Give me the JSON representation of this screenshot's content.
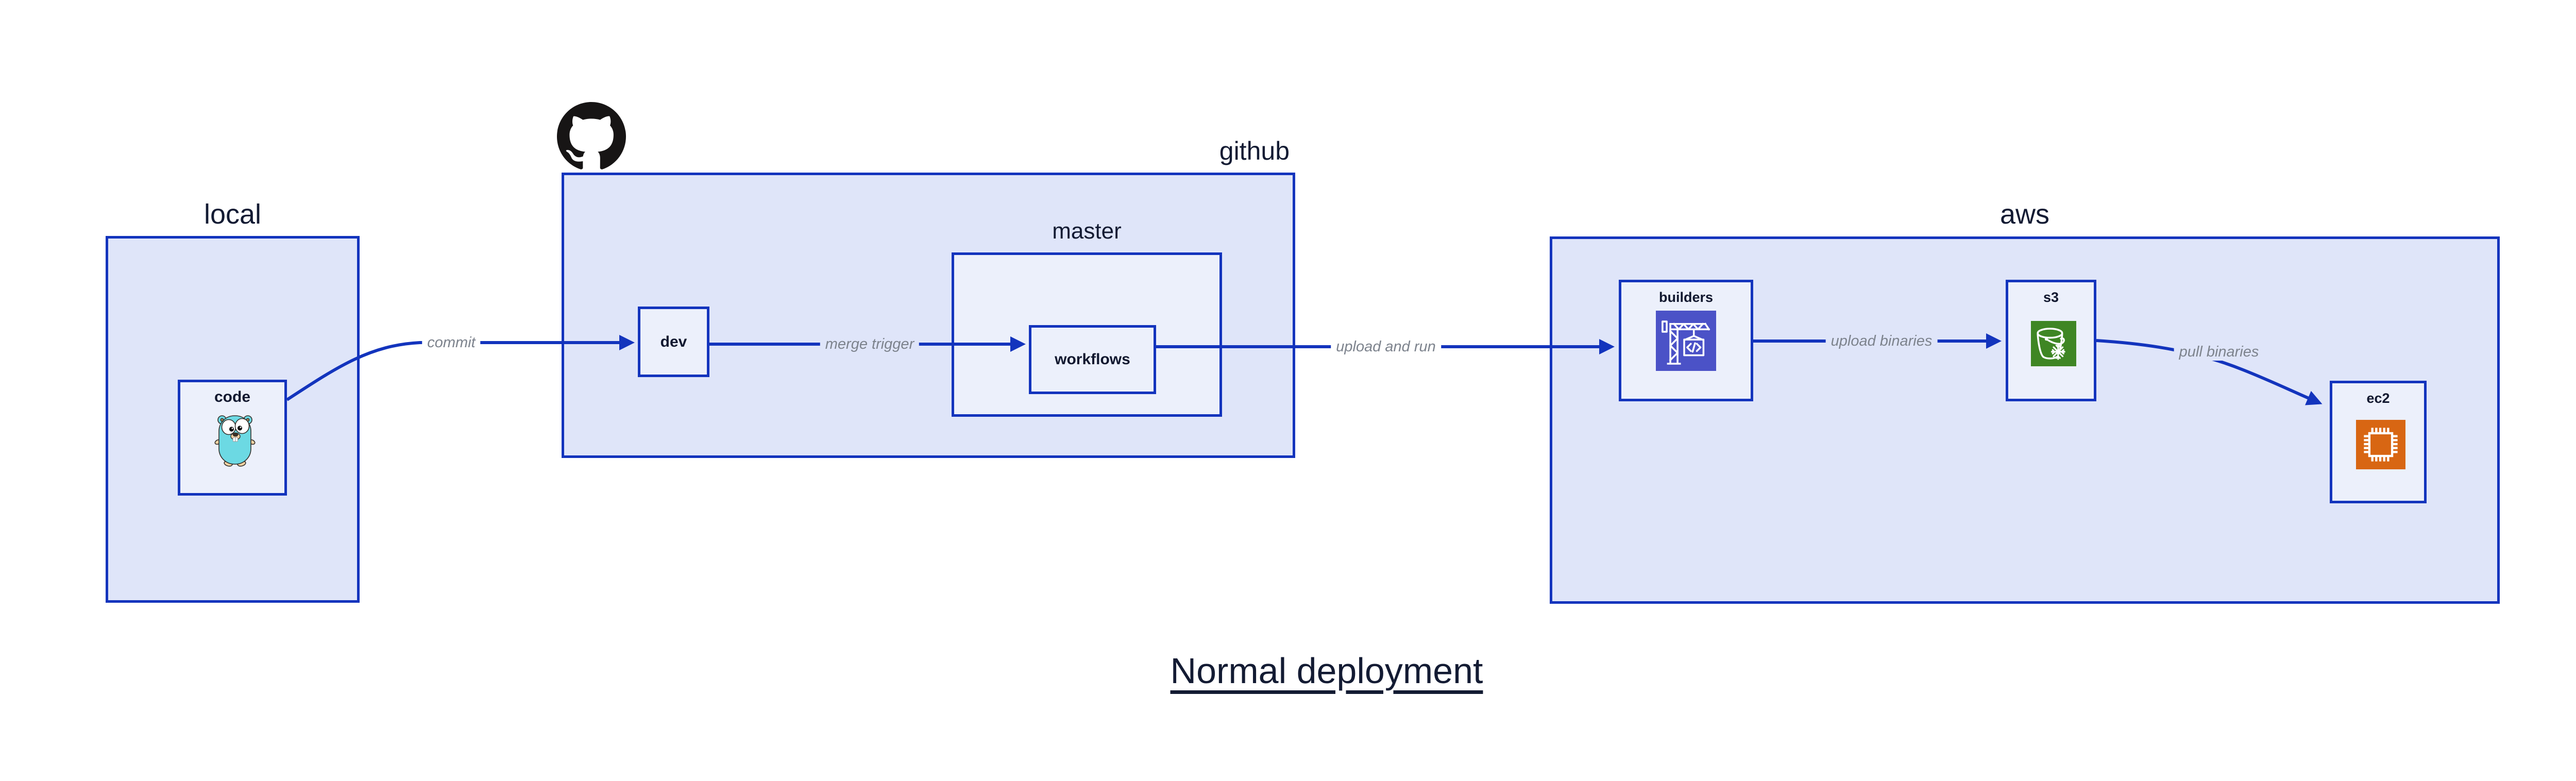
{
  "title": "Normal deployment",
  "groups": {
    "local": {
      "label": "local"
    },
    "github": {
      "label": "github"
    },
    "master": {
      "label": "master"
    },
    "aws": {
      "label": "aws"
    }
  },
  "nodes": {
    "code": {
      "label": "code",
      "icon": "go-gopher-icon"
    },
    "dev": {
      "label": "dev"
    },
    "workflows": {
      "label": "workflows"
    },
    "builders": {
      "label": "builders",
      "icon": "aws-codebuild-crane-icon"
    },
    "s3": {
      "label": "s3",
      "icon": "aws-s3-glacier-bucket-icon"
    },
    "ec2": {
      "label": "ec2",
      "icon": "aws-ec2-chip-icon"
    }
  },
  "edges": {
    "commit": {
      "label": "commit"
    },
    "merge_trigger": {
      "label": "merge trigger"
    },
    "upload_and_run": {
      "label": "upload and run"
    },
    "upload_binaries": {
      "label": "upload binaries"
    },
    "pull_binaries": {
      "label": "pull binaries"
    }
  },
  "icons": {
    "github_logo": "github-octocat-logo"
  },
  "colors": {
    "accent_blue": "#1334bd",
    "container_fill": "#dfe5f9",
    "node_fill": "#ecf0fb",
    "label_navy": "#131b33",
    "edge_label_gray": "#7d838d",
    "codebuild_indigo": "#4b52c7",
    "s3_green": "#3f8624",
    "ec2_orange": "#d86613",
    "gopher_teal": "#6cd9e3",
    "github_black": "#171515"
  }
}
